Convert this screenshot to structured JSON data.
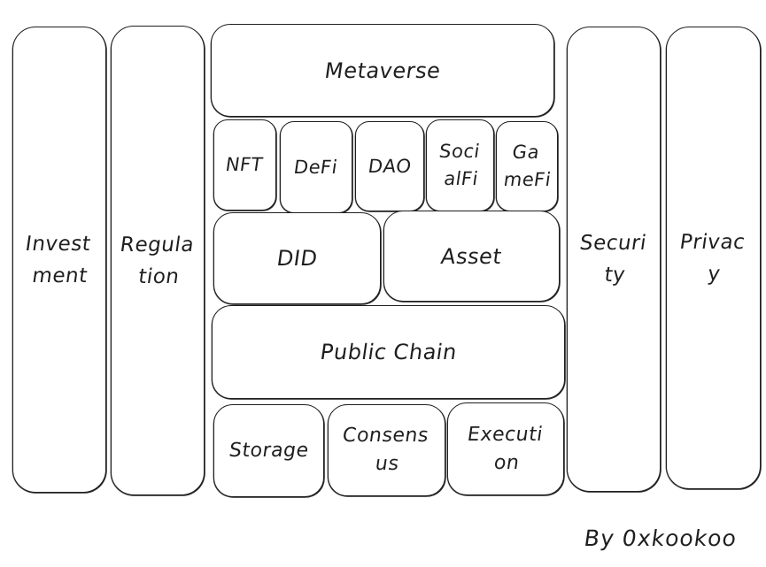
{
  "diagram": {
    "type": "layered-architecture",
    "style": "hand-drawn",
    "stroke_color": "#1e1e1e",
    "background_color": "#ffffff",
    "side_pillars_left": [
      {
        "id": "investment",
        "label": "Invest\nment"
      },
      {
        "id": "regulation",
        "label": "Regula\ntion"
      }
    ],
    "side_pillars_right": [
      {
        "id": "security",
        "label": "Securi\nty"
      },
      {
        "id": "privacy",
        "label": "Privac\ny"
      }
    ],
    "layers": [
      {
        "name": "application",
        "label": "Metaverse"
      },
      {
        "name": "applications-sub",
        "items": [
          {
            "id": "nft",
            "label": "NFT"
          },
          {
            "id": "defi",
            "label": "DeFi"
          },
          {
            "id": "dao",
            "label": "DAO"
          },
          {
            "id": "socialfi",
            "label": "Soci\nalFi"
          },
          {
            "id": "gamefi",
            "label": "Ga\nmeFi"
          }
        ]
      },
      {
        "name": "identity-assets",
        "items": [
          {
            "id": "did",
            "label": "DID"
          },
          {
            "id": "asset",
            "label": "Asset"
          }
        ]
      },
      {
        "name": "chain",
        "label": "Public Chain"
      },
      {
        "name": "infrastructure",
        "items": [
          {
            "id": "storage",
            "label": "Storage"
          },
          {
            "id": "consensus",
            "label": "Consens\nus"
          },
          {
            "id": "execution",
            "label": "Executi\non"
          }
        ]
      }
    ],
    "credit": "By 0xkookoo"
  }
}
